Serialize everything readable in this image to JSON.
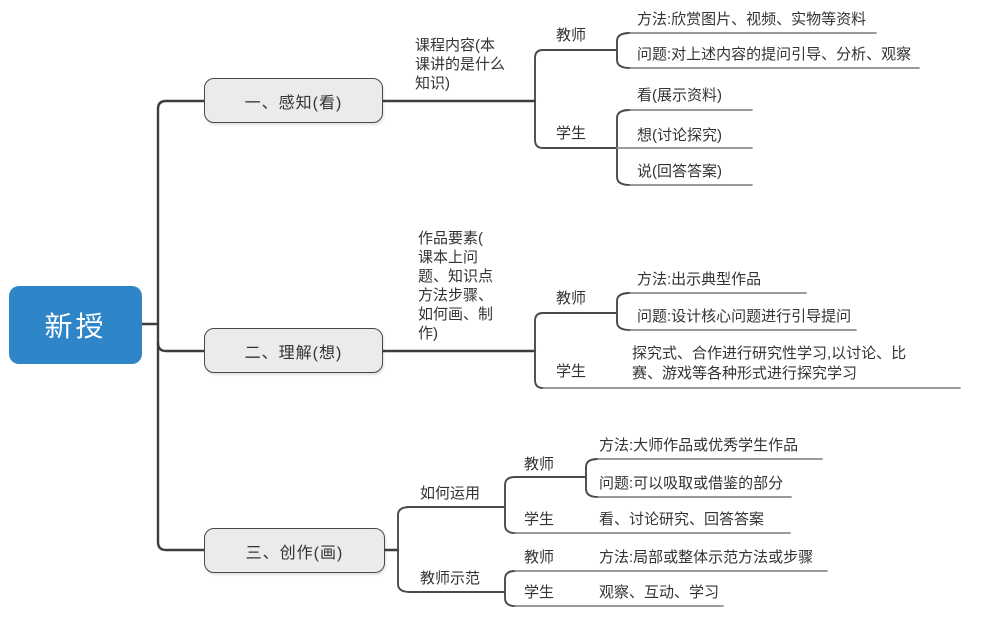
{
  "colors": {
    "root_bg": "#2e86c8",
    "node_bg": "#ebebeb",
    "node_border": "#4a4a4a",
    "trunk_line": "#3d3d3d",
    "branch_line": "#4a4a4a",
    "leaf_line": "#8c8c8c"
  },
  "root": {
    "label": "新授"
  },
  "branch1": {
    "node": "一、感知(看)",
    "note_lines": [
      "课程内容(本",
      "课讲的是什么",
      "知识)"
    ],
    "teacher": {
      "label": "教师",
      "method": "方法:欣赏图片、视频、实物等资料",
      "question": "问题:对上述内容的提问引导、分析、观察"
    },
    "student": {
      "label": "学生",
      "items": [
        "看(展示资料)",
        "想(讨论探究)",
        "说(回答答案)"
      ]
    }
  },
  "branch2": {
    "node": "二、理解(想)",
    "note_lines": [
      "作品要素(",
      "课本上问",
      "题、知识点",
      "方法步骤、",
      "如何画、制",
      "作)"
    ],
    "teacher": {
      "label": "教师",
      "method": "方法:出示典型作品",
      "question": "问题:设计核心问题进行引导提问"
    },
    "student": {
      "label": "学生",
      "text": "探究式、合作进行研究性学习,以讨论、比赛、游戏等各种形式进行探究学习"
    }
  },
  "branch3": {
    "node": "三、创作(画)",
    "usage": {
      "label": "如何运用",
      "teacher": {
        "label": "教师",
        "method": "方法:大师作品或优秀学生作品",
        "question": "问题:可以吸取或借鉴的部分"
      },
      "student": {
        "label": "学生",
        "text": "看、讨论研究、回答答案"
      }
    },
    "demo": {
      "label": "教师示范",
      "teacher": {
        "label": "教师",
        "text": "方法:局部或整体示范方法或步骤"
      },
      "student": {
        "label": "学生",
        "text": "观察、互动、学习"
      }
    }
  }
}
